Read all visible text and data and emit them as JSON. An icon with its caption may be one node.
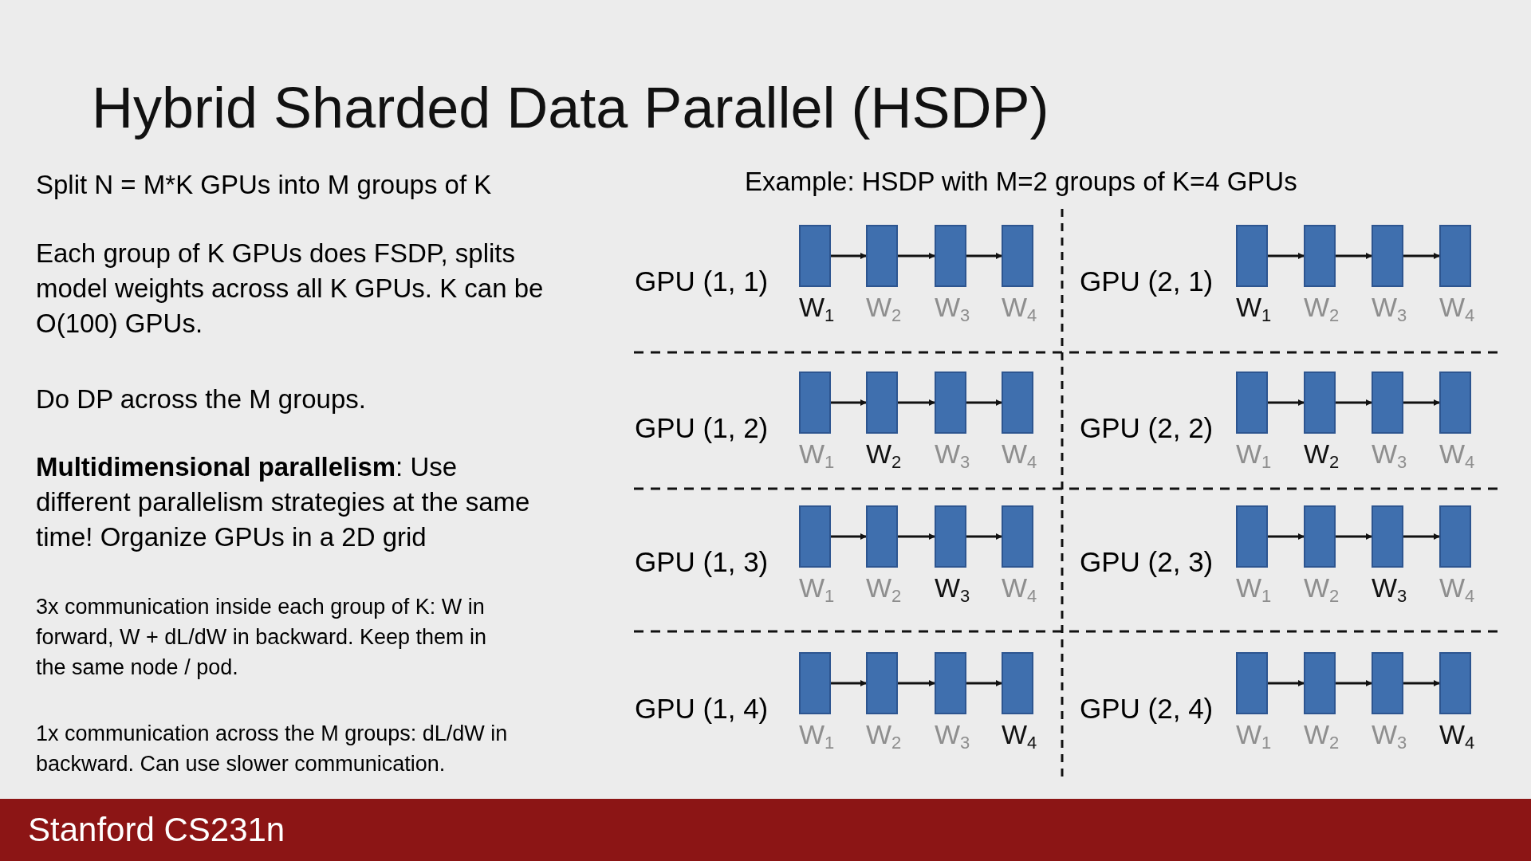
{
  "diagram": {
    "title": "Hybrid Sharded Data Parallel (HSDP)",
    "nodes": [
      {
        "text": [],
        "shape": "box",
        "beside": [
          "W$_{1}$"
        ]
      },
      {
        "text": [],
        "shape": "box",
        "beside": [
          "W$_{2}$"
        ]
      },
      {
        "text": [],
        "shape": "box",
        "beside": [
          "W$_{3}$"
        ]
      },
      {
        "text": [],
        "shape": "box",
        "beside": [
          "W$_{4}$"
        ]
      },
      {
        "text": [],
        "shape": "box",
        "beside": [
          "W$_{1}$"
        ]
      },
      {
        "text": [],
        "shape": "box",
        "beside": [
          "W$_{2}$"
        ]
      },
      {
        "text": [],
        "shape": "box",
        "beside": [
          "W$_{3}$"
        ]
      },
      {
        "text": [],
        "shape": "box",
        "beside": [
          "W$_{4}$"
        ]
      },
      {
        "text": [],
        "shape": "box",
        "beside": [
          "W$_{1}$"
        ]
      },
      {
        "text": [],
        "shape": "box",
        "beside": [
          "W$_{2}$"
        ]
      },
      {
        "text": [],
        "shape": "box",
        "beside": [
          "W$_{3}$"
        ]
      },
      {
        "text": [],
        "shape": "box",
        "beside": [
          "W$_{4}$"
        ]
      },
      {
        "text": [],
        "shape": "box",
        "beside": [
          "W$_{1}$"
        ]
      },
      {
        "text": [],
        "shape": "box",
        "beside": [
          "W$_{2}$"
        ]
      },
      {
        "text": [],
        "shape": "box",
        "beside": [
          "W$_{3}$"
        ]
      },
      {
        "text": [],
        "shape": "box",
        "beside": [
          "W$_{4}$"
        ]
      },
      {
        "text": [],
        "shape": "box",
        "beside": [
          "W$_{1}$"
        ]
      },
      {
        "text": [],
        "shape": "box",
        "beside": [
          "W$_{2}$"
        ]
      },
      {
        "text": [],
        "shape": "box",
        "beside": [
          "W$_{3}$"
        ]
      },
      {
        "text": [],
        "shape": "box",
        "beside": [
          "W$_{4}$"
        ]
      },
      {
        "text": [],
        "shape": "box",
        "beside": [
          "W$_{1}$"
        ]
      },
      {
        "text": [],
        "shape": "box",
        "beside": [
          "W$_{2}$"
        ]
      },
      {
        "text": [],
        "shape": "box",
        "beside": [
          "W$_{3}$"
        ]
      },
      {
        "text": [],
        "shape": "box",
        "beside": [
          "W$_{4}$"
        ]
      },
      {
        "text": [],
        "shape": "box",
        "beside": [
          "W$_{1}$"
        ]
      },
      {
        "text": [],
        "shape": "box",
        "beside": [
          "W$_{2}$"
        ]
      },
      {
        "text": [],
        "shape": "box",
        "beside": [
          "W$_{3}$"
        ]
      },
      {
        "text": [],
        "shape": "box",
        "beside": [
          "W$_{4}$"
        ]
      },
      {
        "text": [],
        "shape": "box",
        "beside": [
          "W$_{1}$"
        ]
      },
      {
        "text": [],
        "shape": "box",
        "beside": [
          "W$_{2}$"
        ]
      },
      {
        "text": [],
        "shape": "box",
        "beside": [
          "W$_{3}$"
        ]
      },
      {
        "text": [],
        "shape": "box",
        "beside": [
          "W$_{4}$"
        ]
      }
    ],
    "edges": [
      {
        "from": 0,
        "to": 1,
        "arrow": "to"
      },
      {
        "from": 1,
        "to": 2,
        "arrow": "to"
      },
      {
        "from": 2,
        "to": 3,
        "arrow": "to"
      },
      {
        "from": 4,
        "to": 5,
        "arrow": "to"
      },
      {
        "from": 5,
        "to": 6,
        "arrow": "to"
      },
      {
        "from": 6,
        "to": 7,
        "arrow": "to"
      },
      {
        "from": 8,
        "to": 9,
        "arrow": "to"
      },
      {
        "from": 9,
        "to": 10,
        "arrow": "to"
      },
      {
        "from": 10,
        "to": 11,
        "arrow": "to"
      },
      {
        "from": 12,
        "to": 13,
        "arrow": "to"
      },
      {
        "from": 13,
        "to": 14,
        "arrow": "to"
      },
      {
        "from": 14,
        "to": 15,
        "arrow": "to"
      },
      {
        "from": 16,
        "to": 17,
        "arrow": "to"
      },
      {
        "from": 17,
        "to": 18,
        "arrow": "to"
      },
      {
        "from": 18,
        "to": 19,
        "arrow": "to"
      },
      {
        "from": 20,
        "to": 21,
        "arrow": "to"
      },
      {
        "from": 21,
        "to": 22,
        "arrow": "to"
      },
      {
        "from": 22,
        "to": 23,
        "arrow": "to"
      },
      {
        "from": 24,
        "to": 25,
        "arrow": "to"
      },
      {
        "from": 25,
        "to": 26,
        "arrow": "to"
      },
      {
        "from": 26,
        "to": 27,
        "arrow": "to"
      },
      {
        "from": 28,
        "to": 29,
        "arrow": "to"
      },
      {
        "from": 29,
        "to": 30,
        "arrow": "to"
      },
      {
        "from": 30,
        "to": 31,
        "arrow": "to"
      }
    ],
    "labels": [
      "Split N = M*K GPUs into M groups of K",
      "Each group of K GPUs does FSDP, splits model weights across all K GPUs. K can be O(100) GPUs.",
      "Do DP across the M groups.",
      "**Multidimensional parallelism**: Use different parallelism strategies at the same time! Organize GPUs in a 2D grid",
      "3x communication inside each group of K: W in forward, W + dL/dW in backward. Keep them in the same node / pod.",
      "1x communication across the M groups: dL/dW in backward. Can use slower communication.",
      "Example: HSDP with M=2 groups of K=4 GPUs",
      "GPU (1, 1)",
      "GPU (2, 1)",
      "GPU (1, 2)",
      "GPU (2, 2)",
      "GPU (1, 3)",
      "GPU (2, 3)",
      "GPU (1, 4)",
      "GPU (2, 4)",
      "Stanford CS231n"
    ]
  }
}
